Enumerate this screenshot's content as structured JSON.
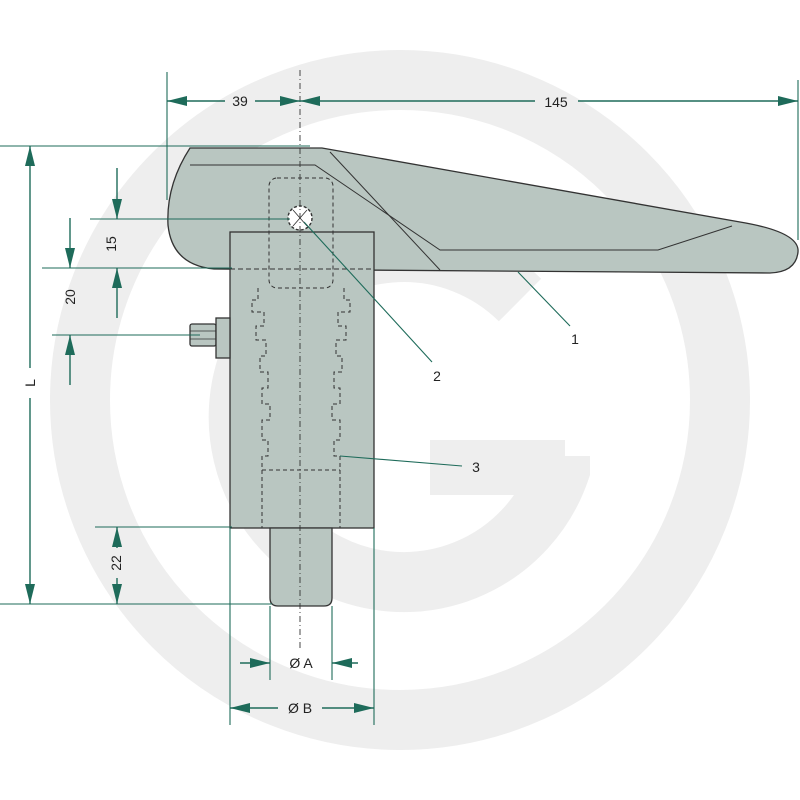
{
  "dimensions": {
    "offset_39": "39",
    "length_145": "145",
    "height_15": "15",
    "height_20": "20",
    "length_L": "L",
    "height_22": "22",
    "dia_A": "Ø A",
    "dia_B": "Ø B"
  },
  "callouts": {
    "part_1": "1",
    "part_2": "2",
    "part_3": "3"
  },
  "colors": {
    "part_fill": "#b9c6c1",
    "part_fill_dark": "#a9b8b2",
    "dimension": "#1e6b5a",
    "watermark": "#eeeeee"
  }
}
